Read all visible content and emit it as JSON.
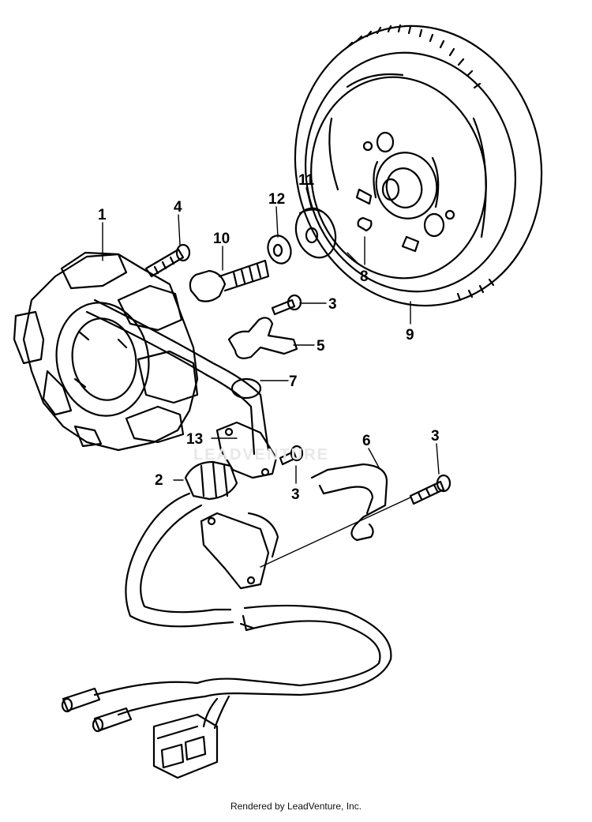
{
  "diagram": {
    "callouts": [
      {
        "id": "c1",
        "label": "1"
      },
      {
        "id": "c2",
        "label": "2"
      },
      {
        "id": "c3a",
        "label": "3"
      },
      {
        "id": "c3b",
        "label": "3"
      },
      {
        "id": "c3c",
        "label": "3"
      },
      {
        "id": "c4",
        "label": "4"
      },
      {
        "id": "c5",
        "label": "5"
      },
      {
        "id": "c6",
        "label": "6"
      },
      {
        "id": "c7",
        "label": "7"
      },
      {
        "id": "c8",
        "label": "8"
      },
      {
        "id": "c9",
        "label": "9"
      },
      {
        "id": "c10",
        "label": "10"
      },
      {
        "id": "c11",
        "label": "11"
      },
      {
        "id": "c12",
        "label": "12"
      },
      {
        "id": "c13",
        "label": "13"
      }
    ]
  },
  "watermark": "LEADVENTURE",
  "footer": "Rendered by LeadVenture, Inc."
}
